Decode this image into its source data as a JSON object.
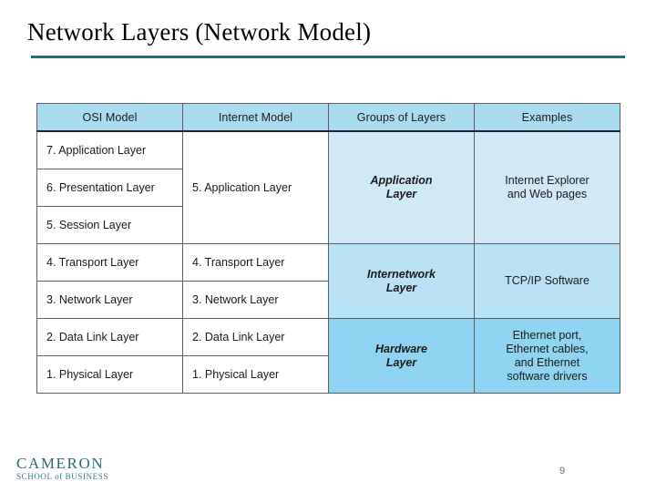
{
  "slide": {
    "title": "Network Layers (Network Model)",
    "page_number": "9",
    "accent_color": "#2c6b6e",
    "rule_color": "#2c6b6e"
  },
  "logo": {
    "name": "cameron-school-of-business-logo",
    "main": "CAMERON",
    "sub": "SCHOOL of BUSINESS",
    "color": "#2c6b6e"
  },
  "table": {
    "headers": [
      "OSI Model",
      "Internet Model",
      "Groups of Layers",
      "Examples"
    ],
    "header_background": "#a9dcf0",
    "osi_layers": [
      "7. Application Layer",
      "6. Presentation Layer",
      "5. Session Layer",
      "4. Transport Layer",
      "3. Network Layer",
      "2. Data Link Layer",
      "1. Physical Layer"
    ],
    "internet_layers": [
      "5. Application Layer",
      "4. Transport Layer",
      "3. Network Layer",
      "2. Data Link Layer",
      "1. Physical Layer"
    ],
    "groups": [
      {
        "name": "Application Layer",
        "examples": "Internet Explorer and Web pages",
        "example_lines": [
          "Internet Explorer",
          "and Web pages"
        ],
        "rows": 3,
        "color": "#cfe9f7"
      },
      {
        "name": "Internetwork Layer",
        "examples": "TCP/IP Software",
        "example_lines": [
          "TCP/IP Software"
        ],
        "rows": 2,
        "color": "#b9e2f7"
      },
      {
        "name": "Hardware Layer",
        "examples": "Ethernet port, Ethernet cables, and Ethernet software drivers",
        "example_lines": [
          "Ethernet port,",
          "Ethernet cables,",
          "and Ethernet",
          "software drivers"
        ],
        "rows": 2,
        "color": "#8fd4f2"
      }
    ],
    "group_labels": {
      "application": "Application\nLayer",
      "internetwork": "Internetwork\nLayer",
      "hardware": "Hardware\nLayer"
    }
  }
}
